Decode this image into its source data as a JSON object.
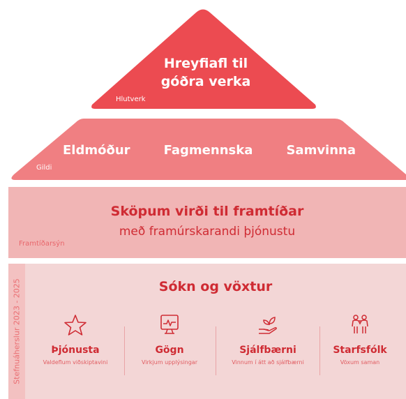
{
  "pyramid": {
    "top": {
      "title": "Hreyfiafl til\ngóðra verka",
      "caption": "Hlutverk"
    },
    "middle": {
      "values": [
        "Eldmóður",
        "Fagmennska",
        "Samvinna"
      ],
      "caption": "Gildi"
    },
    "vision": {
      "title": "Sköpum virði til framtíðar",
      "subtitle": "með framúrskarandi þjónustu",
      "caption": "Framtíðarsýn"
    },
    "strategy": {
      "side_label": "Stefnuáherslur 2023 - 2025",
      "title": "Sókn og vöxtur",
      "pillars": [
        {
          "icon": "star-icon",
          "title": "Þjónusta",
          "subtitle": "Valdeflum viðskiptavini"
        },
        {
          "icon": "chart-monitor-icon",
          "title": "Gögn",
          "subtitle": "Virkjum upplýsingar"
        },
        {
          "icon": "sprout-hand-icon",
          "title": "Sjálfbærni",
          "subtitle": "Vinnum í átt að sjálfbærni"
        },
        {
          "icon": "people-icon",
          "title": "Starfsfólk",
          "subtitle": "Vöxum saman"
        }
      ]
    }
  },
  "colors": {
    "top": "#ec4b51",
    "middle": "#f07f82",
    "vision": "#f1b5b5",
    "strategy": "#f3d6d6",
    "accent_text": "#cf2b33"
  }
}
